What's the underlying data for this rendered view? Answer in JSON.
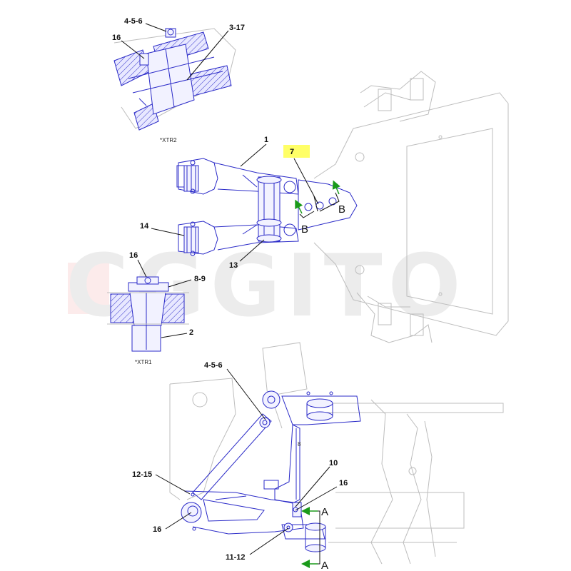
{
  "colors": {
    "part_line": "#2b2bc8",
    "ghost_line": "#bdbdbd",
    "highlight": "#ffff66",
    "arrow_green": "#1a9a1a",
    "watermark": "#ececec"
  },
  "watermark": {
    "text": "CGGITO"
  },
  "callouts": {
    "c_4_5_6_top": "4-5-6",
    "c_16_top": "16",
    "c_3_17": "3-17",
    "c_1": "1",
    "c_7": "7",
    "c_14": "14",
    "c_13": "13",
    "c_16_mid": "16",
    "c_8_9": "8-9",
    "c_2": "2",
    "c_4_5_6_bottom": "4-5-6",
    "c_12_15": "12-15",
    "c_10": "10",
    "c_16_bottom_right": "16",
    "c_16_bottom_left": "16",
    "c_11_12": "11-12"
  },
  "view_refs": {
    "xtr2": "*XTR2",
    "xtr1": "*XTR1"
  },
  "section_marks": {
    "b_upper": "B",
    "b_lower": "B",
    "a_upper": "A",
    "a_lower": "A"
  }
}
